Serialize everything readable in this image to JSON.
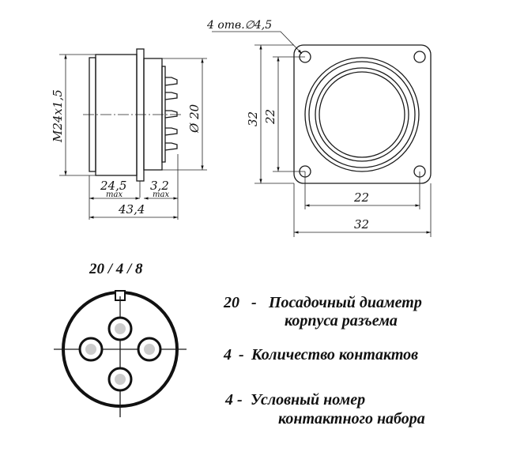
{
  "side_view": {
    "thread_label": "M24x1,5",
    "diameter_label": "Ø 20",
    "length_body": "24,5",
    "length_body_note": "max",
    "length_pins": "3,2",
    "length_pins_note": "max",
    "length_total": "43,4"
  },
  "front_view": {
    "holes_label": "4 отв.∅4,5",
    "outer_height": "32",
    "inner_height": "22",
    "inner_width": "22",
    "outer_width": "32"
  },
  "code": {
    "text": "20 / 4 / 8"
  },
  "legend": [
    {
      "num": "20",
      "dash": "-",
      "line1": "Посадочный диаметр",
      "line2": "корпуса разъема"
    },
    {
      "num": "4",
      "dash": "-",
      "line1": "Количество контактов"
    },
    {
      "num": "4",
      "dash": "-",
      "line1": "Условный номер",
      "line2": "контактного набора"
    }
  ]
}
